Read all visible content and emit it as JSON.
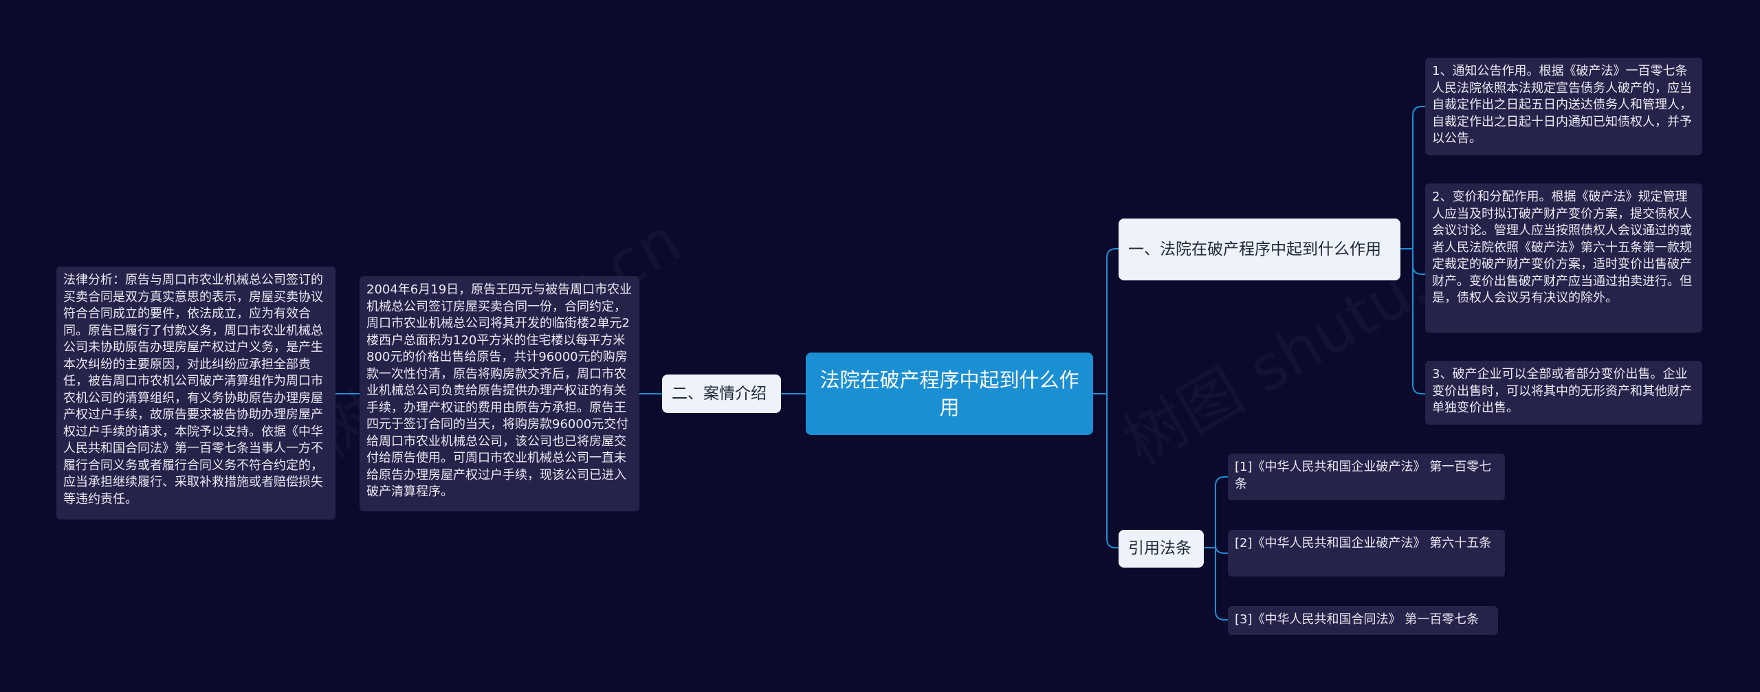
{
  "root": {
    "label": "法院在破产程序中起到什么作用"
  },
  "watermark": "树图 shutu.cn",
  "branches": {
    "court_role": {
      "label": "一、法院在破产程序中起到什么作用",
      "items": [
        "1、通知公告作用。根据《破产法》一百零七条 人民法院依照本法规定宣告债务人破产的，应当自裁定作出之日起五日内送达债务人和管理人，自裁定作出之日起十日内通知已知债权人，并予以公告。",
        "2、变价和分配作用。根据《破产法》规定管理人应当及时拟订破产财产变价方案，提交债权人会议讨论。管理人应当按照债权人会议通过的或者人民法院依照《破产法》第六十五条第一款规定裁定的破产财产变价方案，适时变价出售破产财产。变价出售破产财产应当通过拍卖进行。但是，债权人会议另有决议的除外。",
        "3、破产企业可以全部或者部分变价出售。企业变价出售时，可以将其中的无形资产和其他财产单独变价出售。"
      ]
    },
    "laws": {
      "label": "引用法条",
      "items": [
        "[1]《中华人民共和国企业破产法》 第一百零七条",
        "[2]《中华人民共和国企业破产法》 第六十五条",
        "[3]《中华人民共和国合同法》 第一百零七条"
      ]
    },
    "case": {
      "label": "二、案情介绍",
      "detail": "2004年6月19日，原告王四元与被告周口市农业机械总公司签订房屋买卖合同一份，合同约定，周口市农业机械总公司将其开发的临街楼2单元2楼西户总面积为120平方米的住宅楼以每平方米800元的价格出售给原告，共计96000元的购房款一次性付清，原告将购房款交齐后，周口市农业机械总公司负责给原告提供办理产权证的有关手续，办理产权证的费用由原告方承担。原告王四元于签订合同的当天，将购房款96000元交付给周口市农业机械总公司，该公司也已将房屋交付给原告使用。可周口市农业机械总公司一直未给原告办理房屋产权过户手续，现该公司已进入破产清算程序。",
      "analysis": "法律分析：原告与周口市农业机械总公司签订的买卖合同是双方真实意思的表示，房屋买卖协议符合合同成立的要件，依法成立，应为有效合同。原告已履行了付款义务，周口市农业机械总公司未协助原告办理房屋产权过户义务，是产生本次纠纷的主要原因，对此纠纷应承担全部责任，被告周口市农机公司破产清算组作为周口市农机公司的清算组织，有义务协助原告办理房屋产权过户手续，故原告要求被告协助办理房屋产权过户手续的请求，本院予以支持。依据《中华人民共和国合同法》第一百零七条当事人一方不履行合同义务或者履行合同义务不符合约定的，应当承担继续履行、采取补救措施或者赔偿损失等违约责任。"
    }
  },
  "colors": {
    "background": "#0c0a2c",
    "root_fill": "#1b8fd3",
    "branch_fill": "#eef2fb",
    "leaf_fill": "#26234a",
    "connector": "#1b8fd3"
  }
}
